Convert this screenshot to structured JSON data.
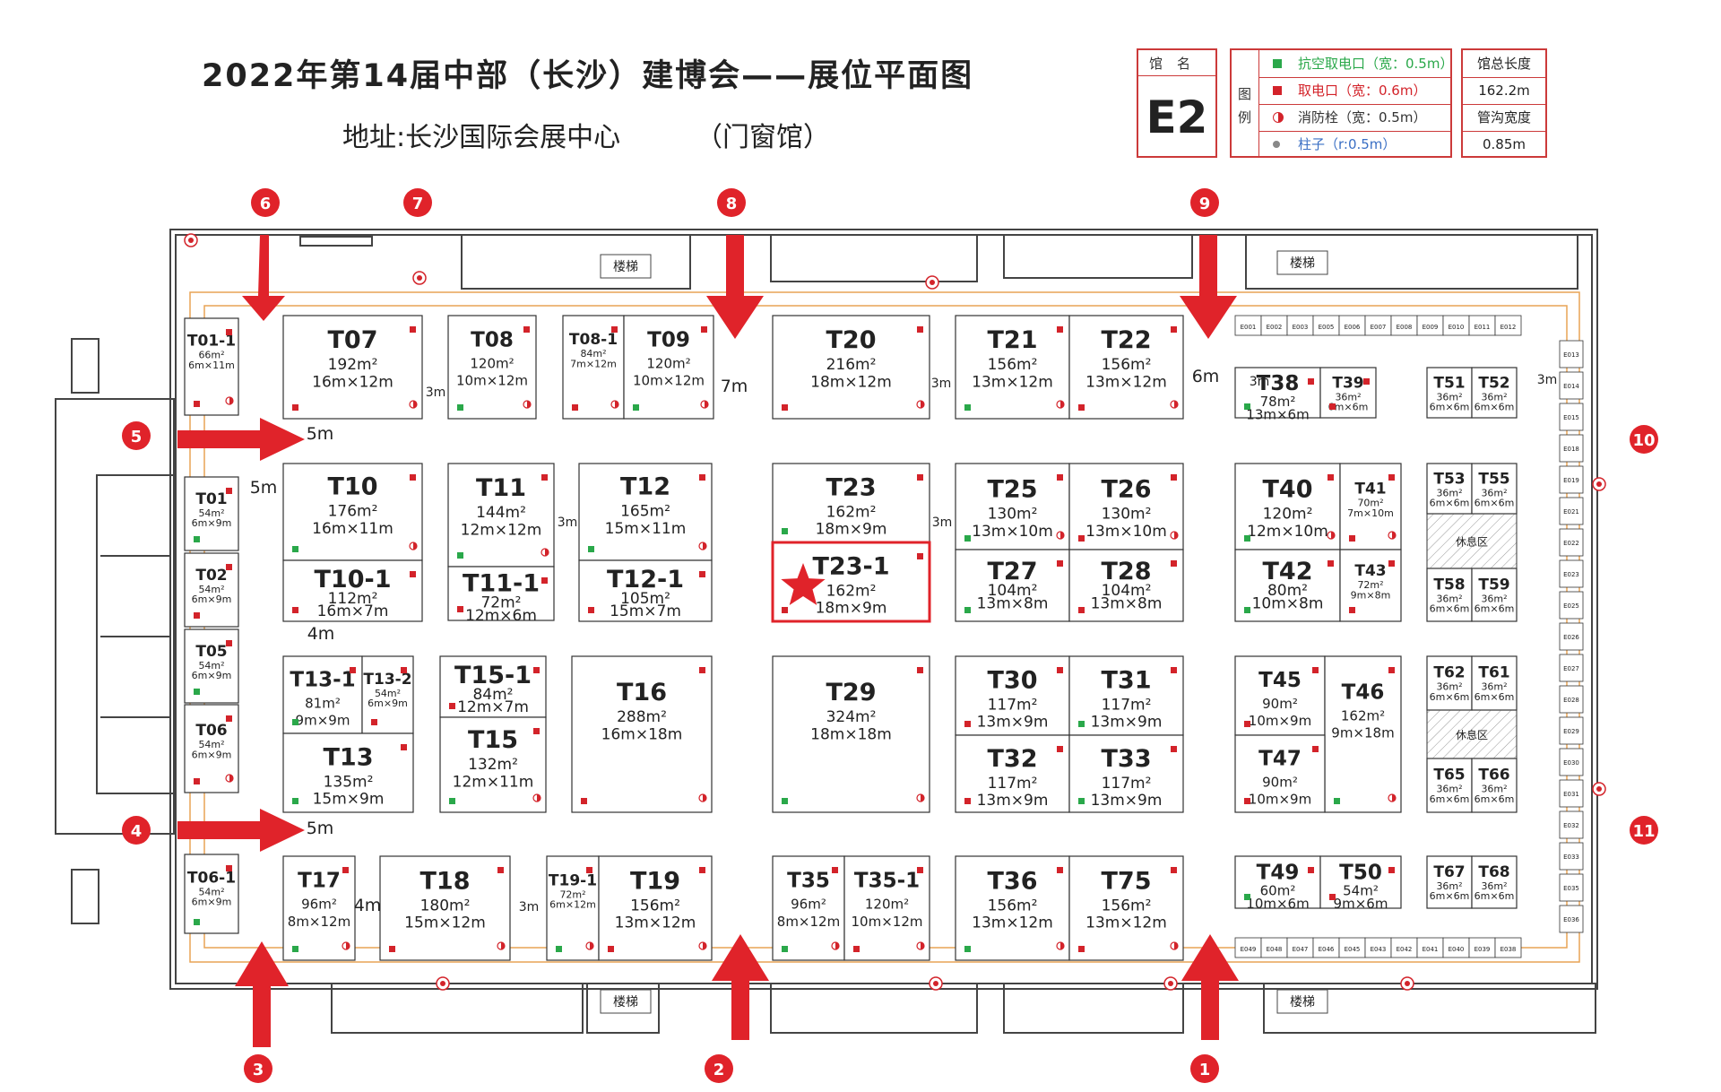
{
  "title": "2022年第14届中部（长沙）建博会——展位平面图",
  "address": "地址:长沙国际会展中心",
  "venue": "（门窗馆）",
  "hall": {
    "label": "馆名",
    "code": "E2"
  },
  "legend": {
    "label": "图例",
    "items": [
      {
        "icon": "green-square-icon",
        "color": "#2aa84a",
        "text": "抗空取电口（宽：0.5m）"
      },
      {
        "icon": "red-square-icon",
        "color": "#d3232a",
        "text": "取电口（宽：0.6m）"
      },
      {
        "icon": "half-circle-icon",
        "color": "#d3232a",
        "text": "消防栓（宽：0.5m）"
      },
      {
        "icon": "grey-dot-icon",
        "color": "#888888",
        "text": "柱子（r:0.5m）"
      }
    ]
  },
  "specs": {
    "length_label": "馆总长度",
    "length_value": "162.2m",
    "trench_label": "管沟宽度",
    "trench_value": "0.85m"
  },
  "colors": {
    "wall": "#444444",
    "aisle_line": "#e8a455",
    "arrow": "#e0232a",
    "booth_border": "#333333",
    "highlight": "#e0232a"
  },
  "entrances": [
    "1",
    "2",
    "3",
    "4",
    "5",
    "6",
    "7",
    "8",
    "9",
    "10",
    "11"
  ],
  "stairs": [
    "楼梯",
    "楼梯",
    "楼梯",
    "楼梯"
  ],
  "rest_area": [
    "休息区",
    "休息区"
  ],
  "aisles": [
    "3m",
    "3m",
    "7m",
    "3m",
    "6m",
    "3m",
    "5m",
    "5m",
    "3m",
    "3m",
    "4m",
    "5m",
    "3m",
    "4m"
  ],
  "small_codes_top": [
    "E001",
    "E002",
    "E003",
    "E005",
    "E006",
    "E007",
    "E008",
    "E009",
    "E010",
    "E011",
    "E012"
  ],
  "small_codes_bottom": [
    "E049",
    "E048",
    "E047",
    "E046",
    "E045",
    "E043",
    "E042",
    "E041",
    "E040",
    "E039",
    "E038"
  ],
  "small_codes_right": [
    "E013",
    "E014",
    "E015",
    "E018",
    "E019",
    "E021",
    "E022",
    "E023",
    "E025",
    "E026",
    "E027",
    "E028",
    "E029",
    "E030",
    "E031",
    "E032",
    "E033",
    "E035",
    "E036"
  ],
  "booths": [
    {
      "code": "T01-1",
      "area": "66m²",
      "dims": "6m×11m"
    },
    {
      "code": "T01",
      "area": "54m²",
      "dims": "6m×9m"
    },
    {
      "code": "T02",
      "area": "54m²",
      "dims": "6m×9m"
    },
    {
      "code": "T05",
      "area": "54m²",
      "dims": "6m×9m"
    },
    {
      "code": "T06",
      "area": "54m²",
      "dims": "6m×9m"
    },
    {
      "code": "T06-1",
      "area": "54m²",
      "dims": "6m×9m"
    },
    {
      "code": "T07",
      "area": "192m²",
      "dims": "16m×12m"
    },
    {
      "code": "T08",
      "area": "120m²",
      "dims": "10m×12m"
    },
    {
      "code": "T08-1",
      "area": "84m²",
      "dims": "7m×12m"
    },
    {
      "code": "T09",
      "area": "120m²",
      "dims": "10m×12m"
    },
    {
      "code": "T20",
      "area": "216m²",
      "dims": "18m×12m"
    },
    {
      "code": "T21",
      "area": "156m²",
      "dims": "13m×12m"
    },
    {
      "code": "T22",
      "area": "156m²",
      "dims": "13m×12m"
    },
    {
      "code": "T38",
      "area": "78m²",
      "dims": "13m×6m"
    },
    {
      "code": "T39",
      "area": "36m²",
      "dims": "6m×6m"
    },
    {
      "code": "T51",
      "area": "36m²",
      "dims": "6m×6m"
    },
    {
      "code": "T52",
      "area": "36m²",
      "dims": "6m×6m"
    },
    {
      "code": "T10",
      "area": "176m²",
      "dims": "16m×11m"
    },
    {
      "code": "T10-1",
      "area": "112m²",
      "dims": "16m×7m"
    },
    {
      "code": "T11",
      "area": "144m²",
      "dims": "12m×12m"
    },
    {
      "code": "T11-1",
      "area": "72m²",
      "dims": "12m×6m"
    },
    {
      "code": "T12",
      "area": "165m²",
      "dims": "15m×11m"
    },
    {
      "code": "T12-1",
      "area": "105m²",
      "dims": "15m×7m"
    },
    {
      "code": "T23",
      "area": "162m²",
      "dims": "18m×9m"
    },
    {
      "code": "T23-1",
      "area": "162m²",
      "dims": "18m×9m"
    },
    {
      "code": "T25",
      "area": "130m²",
      "dims": "13m×10m"
    },
    {
      "code": "T26",
      "area": "130m²",
      "dims": "13m×10m"
    },
    {
      "code": "T27",
      "area": "104m²",
      "dims": "13m×8m"
    },
    {
      "code": "T28",
      "area": "104m²",
      "dims": "13m×8m"
    },
    {
      "code": "T40",
      "area": "120m²",
      "dims": "12m×10m"
    },
    {
      "code": "T41",
      "area": "70m²",
      "dims": "7m×10m"
    },
    {
      "code": "T42",
      "area": "80m²",
      "dims": "10m×8m"
    },
    {
      "code": "T43",
      "area": "72m²",
      "dims": "9m×8m"
    },
    {
      "code": "T53",
      "area": "36m²",
      "dims": "6m×6m"
    },
    {
      "code": "T55",
      "area": "36m²",
      "dims": "6m×6m"
    },
    {
      "code": "T58",
      "area": "36m²",
      "dims": "6m×6m"
    },
    {
      "code": "T59",
      "area": "36m²",
      "dims": "6m×6m"
    },
    {
      "code": "T13-1",
      "area": "81m²",
      "dims": "9m×9m"
    },
    {
      "code": "T13-2",
      "area": "54m²",
      "dims": "6m×9m"
    },
    {
      "code": "T13",
      "area": "135m²",
      "dims": "15m×9m"
    },
    {
      "code": "T15-1",
      "area": "84m²",
      "dims": "12m×7m"
    },
    {
      "code": "T15",
      "area": "132m²",
      "dims": "12m×11m"
    },
    {
      "code": "T16",
      "area": "288m²",
      "dims": "16m×18m"
    },
    {
      "code": "T29",
      "area": "324m²",
      "dims": "18m×18m"
    },
    {
      "code": "T30",
      "area": "117m²",
      "dims": "13m×9m"
    },
    {
      "code": "T31",
      "area": "117m²",
      "dims": "13m×9m"
    },
    {
      "code": "T32",
      "area": "117m²",
      "dims": "13m×9m"
    },
    {
      "code": "T33",
      "area": "117m²",
      "dims": "13m×9m"
    },
    {
      "code": "T45",
      "area": "90m²",
      "dims": "10m×9m"
    },
    {
      "code": "T46",
      "area": "162m²",
      "dims": "9m×18m"
    },
    {
      "code": "T47",
      "area": "90m²",
      "dims": "10m×9m"
    },
    {
      "code": "T62",
      "area": "36m²",
      "dims": "6m×6m"
    },
    {
      "code": "T61",
      "area": "36m²",
      "dims": "6m×6m"
    },
    {
      "code": "T65",
      "area": "36m²",
      "dims": "6m×6m"
    },
    {
      "code": "T66",
      "area": "36m²",
      "dims": "6m×6m"
    },
    {
      "code": "T17",
      "area": "96m²",
      "dims": "8m×12m"
    },
    {
      "code": "T18",
      "area": "180m²",
      "dims": "15m×12m"
    },
    {
      "code": "T19-1",
      "area": "72m²",
      "dims": "6m×12m"
    },
    {
      "code": "T19",
      "area": "156m²",
      "dims": "13m×12m"
    },
    {
      "code": "T35",
      "area": "96m²",
      "dims": "8m×12m"
    },
    {
      "code": "T35-1",
      "area": "120m²",
      "dims": "10m×12m"
    },
    {
      "code": "T36",
      "area": "156m²",
      "dims": "13m×12m"
    },
    {
      "code": "T75",
      "area": "156m²",
      "dims": "13m×12m"
    },
    {
      "code": "T49",
      "area": "60m²",
      "dims": "10m×6m"
    },
    {
      "code": "T50",
      "area": "54m²",
      "dims": "9m×6m"
    },
    {
      "code": "T67",
      "area": "36m²",
      "dims": "6m×6m"
    },
    {
      "code": "T68",
      "area": "36m²",
      "dims": "6m×6m"
    }
  ]
}
